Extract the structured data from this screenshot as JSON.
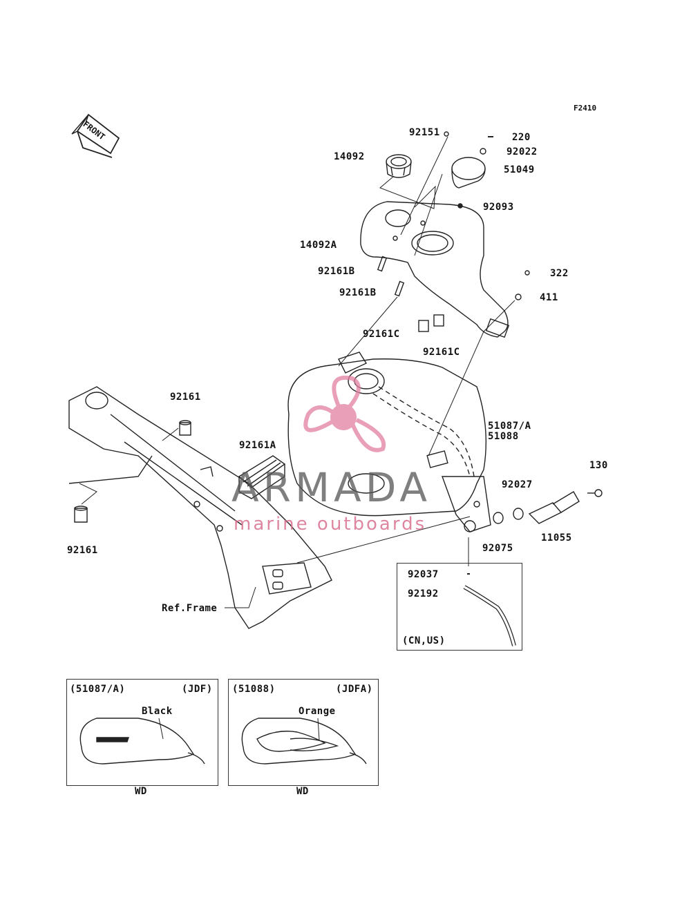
{
  "diagram_code": "F2410",
  "front_label": "FRONT",
  "parts": {
    "p92151": "92151",
    "p220": "220",
    "p92022": "92022",
    "p14092": "14092",
    "p51049": "51049",
    "p92093": "92093",
    "p14092A": "14092A",
    "p92161B_1": "92161B",
    "p92161B_2": "92161B",
    "p322": "322",
    "p411": "411",
    "p92161C_1": "92161C",
    "p92161C_2": "92161C",
    "p92161_top": "92161",
    "p92161A": "92161A",
    "p51087A": "51087/A",
    "p51088": "51088",
    "p130": "130",
    "p92027": "92027",
    "p11055": "11055",
    "p92075": "92075",
    "p92161_bottom": "92161",
    "p92037": "92037",
    "p92192": "92192",
    "ref_frame": "Ref.Frame",
    "region_note": "(CN,US)"
  },
  "variants": [
    {
      "part": "(51087/A)",
      "code": "(JDF)",
      "color": "Black",
      "market": "WD"
    },
    {
      "part": "(51088)",
      "code": "(JDFA)",
      "color": "Orange",
      "market": "WD"
    }
  ],
  "watermark": {
    "title": "ARMADA",
    "subtitle": "marine outboards",
    "accent": "#e8a0b8"
  },
  "colors": {
    "line": "#222222",
    "accent_pink": "#e27fa0"
  }
}
